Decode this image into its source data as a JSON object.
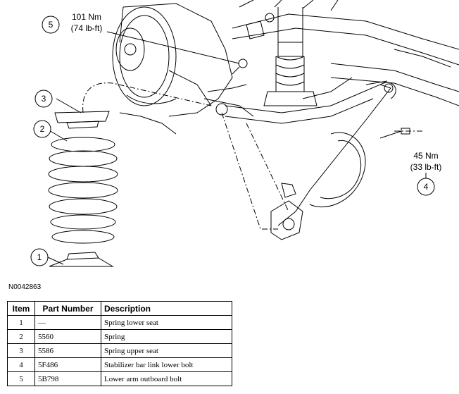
{
  "callouts": [
    {
      "num": "1"
    },
    {
      "num": "2"
    },
    {
      "num": "3"
    },
    {
      "num": "4"
    },
    {
      "num": "5"
    }
  ],
  "torque": {
    "upper": {
      "nm": "101 Nm",
      "lbft": "(74 lb-ft)"
    },
    "right": {
      "nm": "45 Nm",
      "lbft": "(33 lb-ft)"
    }
  },
  "figure_id": "N0042863",
  "table": {
    "headers": [
      "Item",
      "Part Number",
      "Description"
    ],
    "rows": [
      {
        "item": "1",
        "part": "—",
        "desc": "Spring lower seat"
      },
      {
        "item": "2",
        "part": "5560",
        "desc": "Spring"
      },
      {
        "item": "3",
        "part": "5586",
        "desc": "Spring upper seat"
      },
      {
        "item": "4",
        "part": "5F486",
        "desc": "Stabilizer bar link lower bolt"
      },
      {
        "item": "5",
        "part": "5B798",
        "desc": "Lower arm outboard bolt"
      }
    ]
  }
}
